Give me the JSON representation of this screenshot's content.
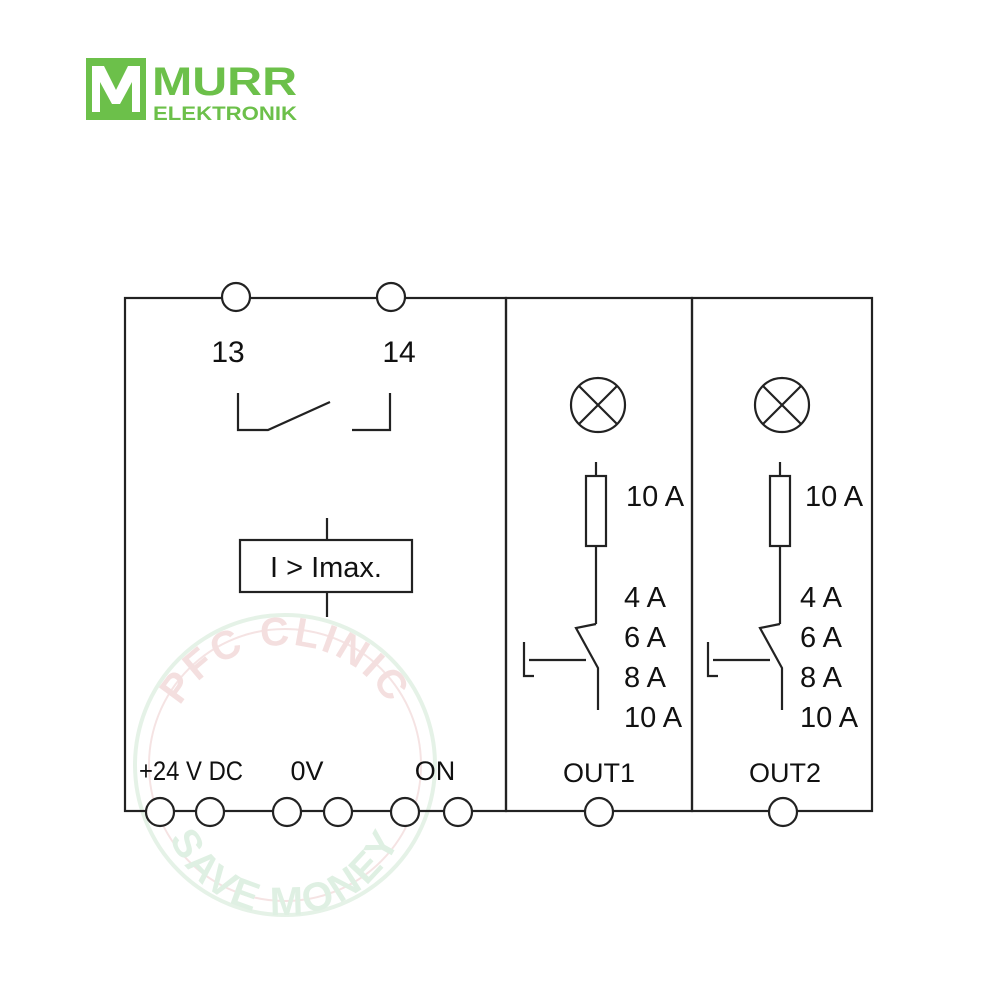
{
  "logo": {
    "line1": "MURR",
    "line2": "ELEKTRONIK",
    "color": "#6cc04a"
  },
  "diagram": {
    "line_color": "#222222",
    "terminals_top": [
      "13",
      "14"
    ],
    "current_limit_label": "I > Imax.",
    "terminals_bottom": {
      "supply": "+24 V DC",
      "ground": "0V",
      "on": "ON"
    },
    "channels": [
      {
        "fuse_rating": "10 A",
        "settings": [
          "4 A",
          "6 A",
          "8 A",
          "10 A"
        ],
        "output_label": "OUT1"
      },
      {
        "fuse_rating": "10 A",
        "settings": [
          "4 A",
          "6 A",
          "8 A",
          "10 A"
        ],
        "output_label": "OUT2"
      }
    ]
  },
  "watermark": {
    "line1": "PFC CLINIC",
    "line2": "SAVE MONEY",
    "color": "#d9eedd"
  }
}
